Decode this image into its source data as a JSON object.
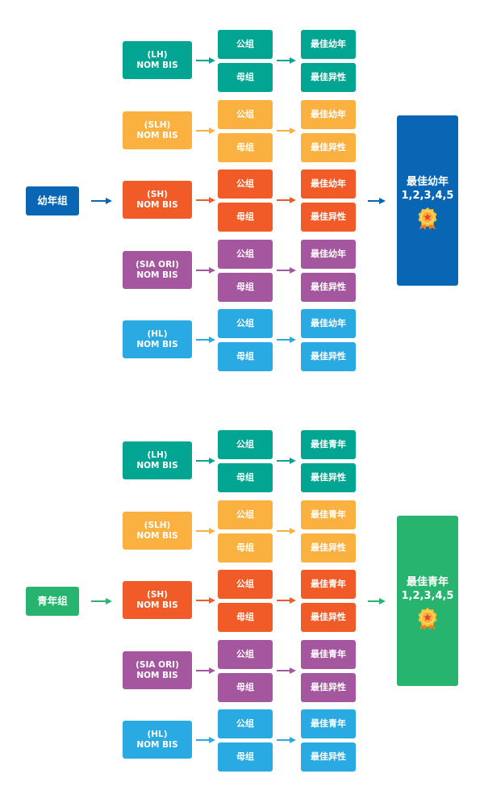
{
  "sections": [
    {
      "root_label": "幼年组",
      "result_title": "最佳幼年",
      "result_numbers": "1,2,3,4,5",
      "result_icon": "award-medal-icon",
      "root_color": "#0866b5",
      "result_color": "#0866b5",
      "root_arrow_color": "#0866b5",
      "result_arrow_color": "#0866b5",
      "rows": [
        {
          "label_line1": "(LH)",
          "label_line2": "NOM BIS",
          "male": "公组",
          "female": "母组",
          "best_young": "最佳幼年",
          "best_opposite": "最佳异性",
          "color": "#02a592"
        },
        {
          "label_line1": "(SLH)",
          "label_line2": "NOM BIS",
          "male": "公组",
          "female": "母组",
          "best_young": "最佳幼年",
          "best_opposite": "最佳异性",
          "color": "#fbb140"
        },
        {
          "label_line1": "(SH)",
          "label_line2": "NOM BIS",
          "male": "公组",
          "female": "母组",
          "best_young": "最佳幼年",
          "best_opposite": "最佳异性",
          "color": "#f15b27"
        },
        {
          "label_line1": "(SIA ORI)",
          "label_line2": "NOM BIS",
          "male": "公组",
          "female": "母组",
          "best_young": "最佳幼年",
          "best_opposite": "最佳异性",
          "color": "#a4569e"
        },
        {
          "label_line1": "(HL)",
          "label_line2": "NOM BIS",
          "male": "公组",
          "female": "母组",
          "best_young": "最佳幼年",
          "best_opposite": "最佳异性",
          "color": "#29aae3"
        }
      ]
    },
    {
      "root_label": "青年组",
      "result_title": "最佳青年",
      "result_numbers": "1,2,3,4,5",
      "result_icon": "award-medal-icon",
      "root_color": "#26b46f",
      "result_color": "#26b46f",
      "root_arrow_color": "#26b46f",
      "result_arrow_color": "#26b46f",
      "rows": [
        {
          "label_line1": "(LH)",
          "label_line2": "NOM BIS",
          "male": "公组",
          "female": "母组",
          "best_young": "最佳青年",
          "best_opposite": "最佳异性",
          "color": "#02a592"
        },
        {
          "label_line1": "(SLH)",
          "label_line2": "NOM BIS",
          "male": "公组",
          "female": "母组",
          "best_young": "最佳青年",
          "best_opposite": "最佳异性",
          "color": "#fbb140"
        },
        {
          "label_line1": "(SH)",
          "label_line2": "NOM BIS",
          "male": "公组",
          "female": "母组",
          "best_young": "最佳青年",
          "best_opposite": "最佳异性",
          "color": "#f15b27"
        },
        {
          "label_line1": "(SIA ORI)",
          "label_line2": "NOM BIS",
          "male": "公组",
          "female": "母组",
          "best_young": "最佳青年",
          "best_opposite": "最佳异性",
          "color": "#a4569e"
        },
        {
          "label_line1": "(HL)",
          "label_line2": "NOM BIS",
          "male": "公组",
          "female": "母组",
          "best_young": "最佳青年",
          "best_opposite": "最佳异性",
          "color": "#29aae3"
        }
      ]
    }
  ]
}
